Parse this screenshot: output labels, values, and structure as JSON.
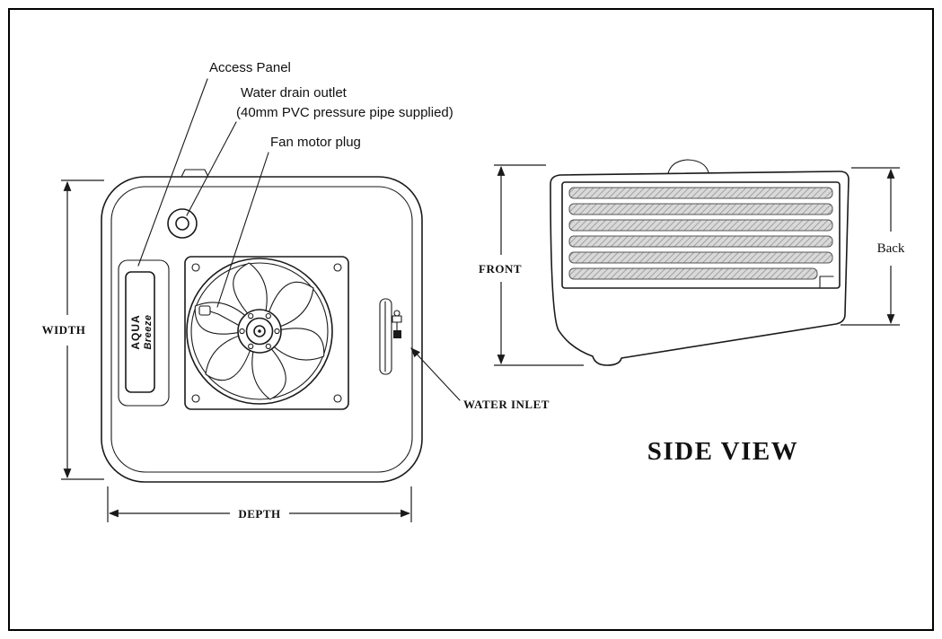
{
  "colors": {
    "line": "#1a1a1a",
    "slat_fill": "#d9d9d9",
    "background": "#ffffff"
  },
  "bottom_view": {
    "callout_access_panel": "Access Panel",
    "callout_water_drain_1": "Water drain outlet",
    "callout_water_drain_2": "(40mm PVC pressure pipe supplied)",
    "callout_fan_motor_plug": "Fan motor plug",
    "callout_water_inlet": "WATER INLET",
    "dim_width": "WIDTH",
    "dim_depth": "DEPTH",
    "brand_1": "AQUA",
    "brand_2": "Breeze"
  },
  "side_view": {
    "title": "SIDE VIEW",
    "dim_front": "FRONT",
    "dim_back": "Back"
  }
}
